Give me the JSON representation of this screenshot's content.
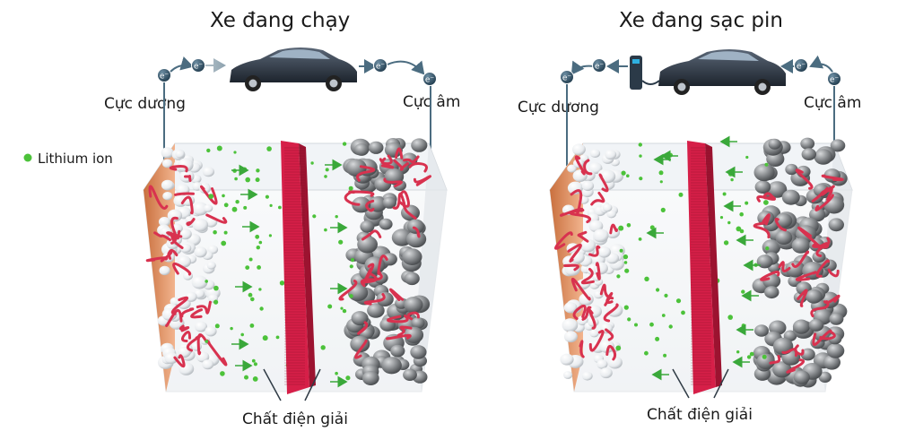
{
  "panels": [
    {
      "title": "Xe đang chạy",
      "positive_label": "Cực dương",
      "negative_label": "Cực âm",
      "electrolyte_label": "Chất điện giải",
      "ion_direction": "right"
    },
    {
      "title": "Xe đang sạc pin",
      "positive_label": "Cực dương",
      "negative_label": "Cực âm",
      "electrolyte_label": "Chất điện giải",
      "ion_direction": "left"
    }
  ],
  "legend": {
    "label": "Lithium ion"
  },
  "electron_symbol": "e⁻",
  "colors": {
    "ion": "#4cc23a",
    "arrow": "#3aa83a",
    "separator": "#d61f48",
    "fiber": "#d8324f",
    "anode_particle": "#8a8d90",
    "cathode_particle": "#e9ecef",
    "cathode_plate": "#e59a6c",
    "electron": "#2f4f63",
    "wire": "#4b6c80",
    "car": "#2c3440"
  }
}
